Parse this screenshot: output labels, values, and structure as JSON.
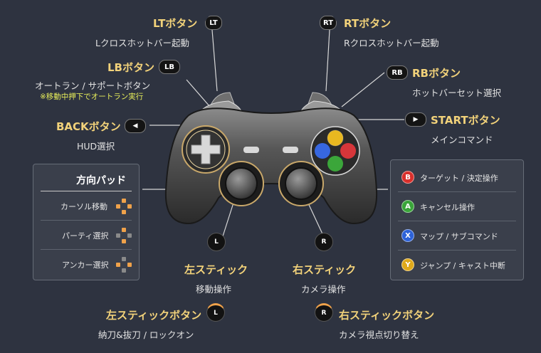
{
  "lt": {
    "chip": "LT",
    "title": "LTボタン",
    "desc": "Lクロスホットバー起動"
  },
  "rt": {
    "chip": "RT",
    "title": "RTボタン",
    "desc": "Rクロスホットバー起動"
  },
  "lb": {
    "chip": "LB",
    "title": "LBボタン",
    "desc": "オートラン / サポートボタン",
    "note": "※移動中押下でオートラン実行"
  },
  "rb": {
    "chip": "RB",
    "title": "RBボタン",
    "desc": "ホットバーセット選択"
  },
  "back": {
    "chip": "◀",
    "title": "BACKボタン",
    "desc": "HUD選択"
  },
  "start": {
    "chip": "▶",
    "title": "STARTボタン",
    "desc": "メインコマンド"
  },
  "dpad_panel": {
    "title": "方向パッド",
    "items": [
      {
        "label": "カーソル移動",
        "icon": "dpad-all-icon"
      },
      {
        "label": "パーティ選択",
        "icon": "dpad-updown-icon"
      },
      {
        "label": "アンカー選択",
        "icon": "dpad-leftright-icon"
      }
    ]
  },
  "face_panel": {
    "items": [
      {
        "key": "B",
        "label": "ターゲット / 決定操作",
        "color": "#d9302c"
      },
      {
        "key": "A",
        "label": "キャンセル操作",
        "color": "#3aa53a"
      },
      {
        "key": "X",
        "label": "マップ / サブコマンド",
        "color": "#2d62d8"
      },
      {
        "key": "Y",
        "label": "ジャンプ / キャスト中断",
        "color": "#e0a91a"
      }
    ]
  },
  "lstick": {
    "badge": "L",
    "title": "左スティック",
    "desc": "移動操作"
  },
  "rstick": {
    "badge": "R",
    "title": "右スティック",
    "desc": "カメラ操作"
  },
  "lstick_btn": {
    "badge": "L",
    "title": "左スティックボタン",
    "desc": "納刀&抜刀 / ロックオン"
  },
  "rstick_btn": {
    "badge": "R",
    "title": "右スティックボタン",
    "desc": "カメラ視点切り替え"
  },
  "colors": {
    "accent": "#f2d27a",
    "dpad_highlight": "#f0a24a",
    "bg": "#2e3340"
  }
}
